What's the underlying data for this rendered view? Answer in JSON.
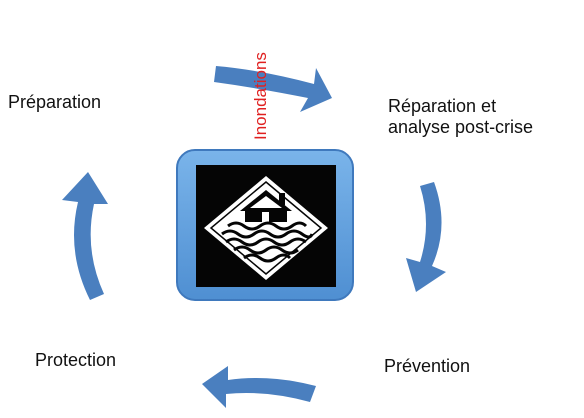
{
  "stages": {
    "preparation": "Préparation",
    "repair_line1": "Réparation et",
    "repair_line2": "analyse post-crise",
    "prevention": "Prévention",
    "protection": "Protection"
  },
  "center_label": "Inondations",
  "icon": {
    "name": "flood-house-icon"
  },
  "colors": {
    "arrow": "#4a7fbf",
    "icon_frame": "#6aa6e0",
    "icon_frame_border": "#3f79bd",
    "label_accent": "#e02020"
  }
}
